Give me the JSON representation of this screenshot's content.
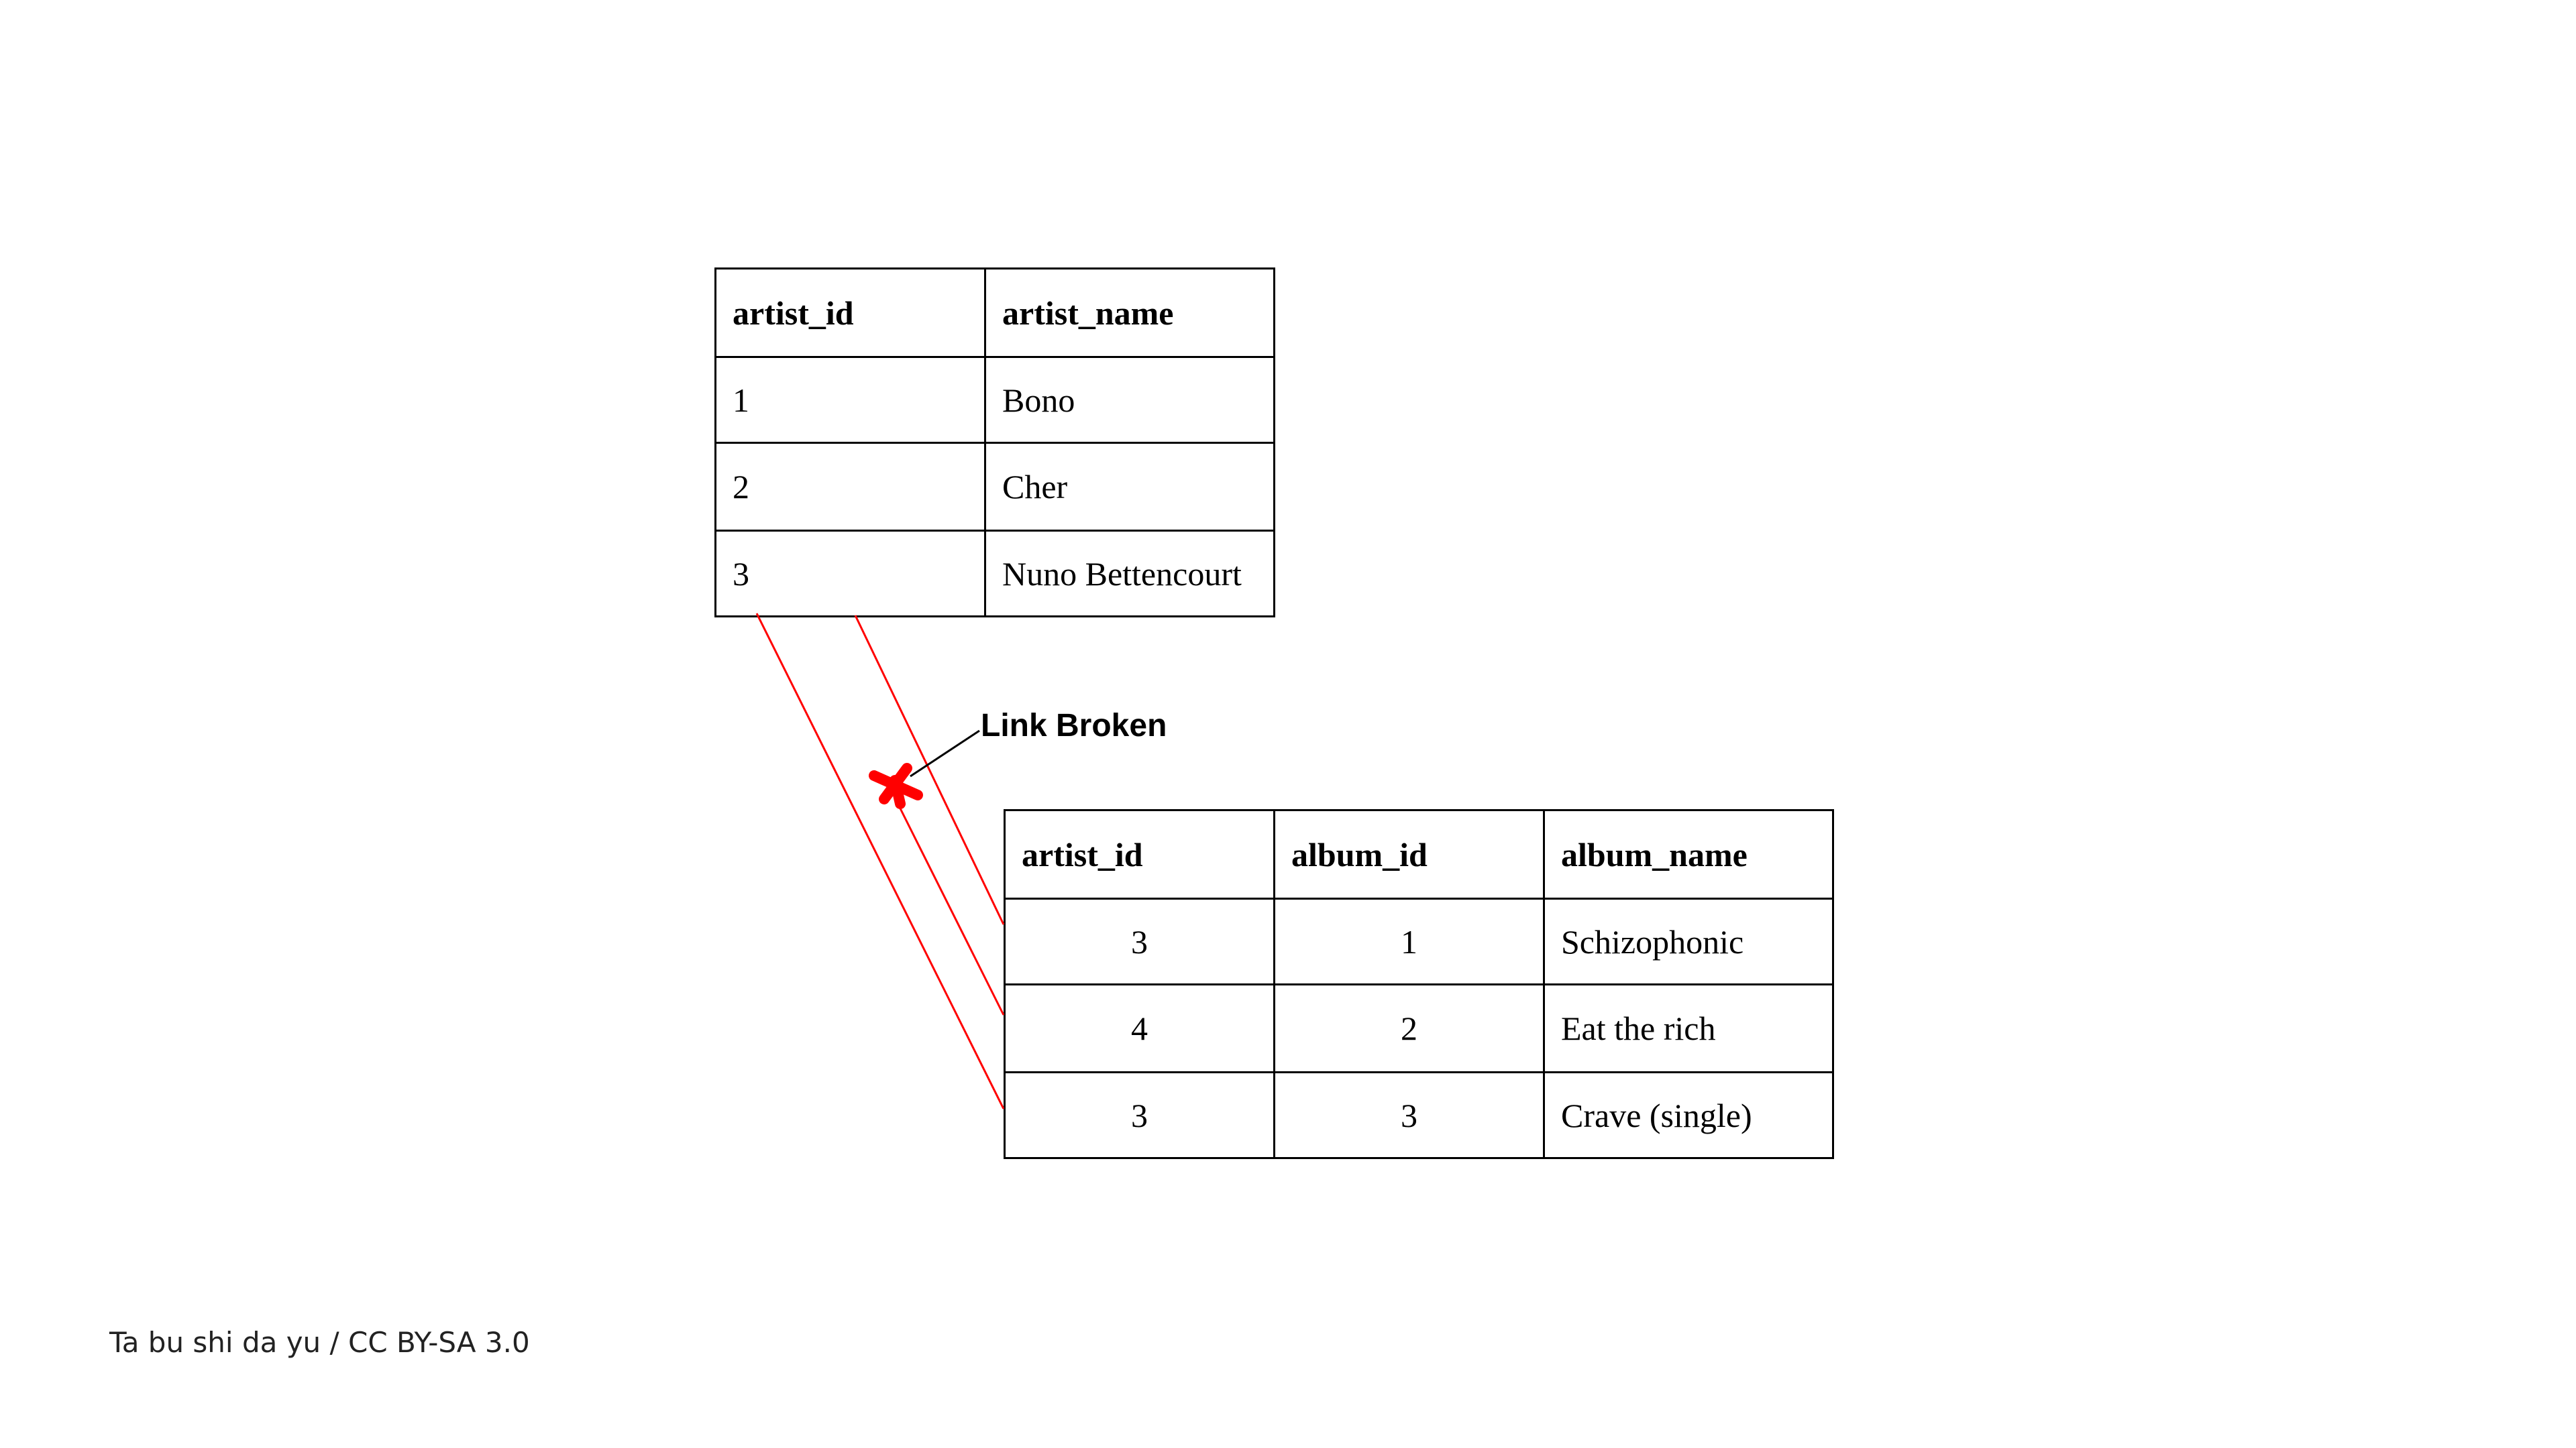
{
  "artist_table": {
    "headers": [
      "artist_id",
      "artist_name"
    ],
    "rows": [
      [
        "1",
        "Bono"
      ],
      [
        "2",
        "Cher"
      ],
      [
        "3",
        "Nuno Bettencourt"
      ]
    ]
  },
  "album_table": {
    "headers": [
      "artist_id",
      "album_id",
      "album_name"
    ],
    "rows": [
      [
        "3",
        "1",
        "Schizophonic"
      ],
      [
        "4",
        "2",
        "Eat the rich"
      ],
      [
        "3",
        "3",
        "Crave (single)"
      ]
    ]
  },
  "annotation": {
    "label": "Link Broken"
  },
  "colors": {
    "link_line": "#ff0000",
    "table_border": "#000000"
  },
  "credit": "Ta bu shi da yu / CC BY-SA 3.0"
}
